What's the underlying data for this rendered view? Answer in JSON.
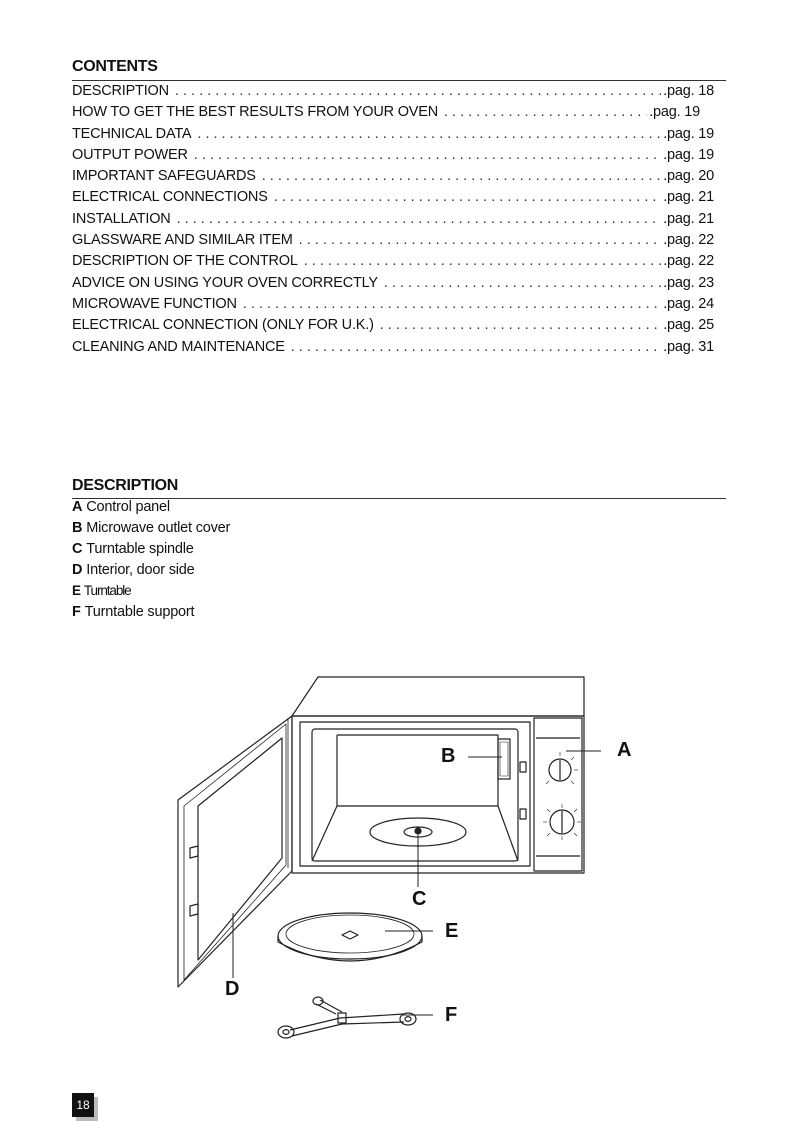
{
  "contents": {
    "title": "CONTENTS",
    "entries": [
      {
        "title": "DESCRIPTION",
        "page": ".pag. 18"
      },
      {
        "title": "HOW TO GET THE BEST RESULTS FROM YOUR OVEN",
        "page": ".pag. 19"
      },
      {
        "title": "TECHNICAL DATA",
        "page": ".pag. 19"
      },
      {
        "title": "OUTPUT POWER",
        "page": ".pag. 19"
      },
      {
        "title": "IMPORTANT SAFEGUARDS",
        "page": ".pag. 20"
      },
      {
        "title": "ELECTRICAL CONNECTIONS",
        "page": ".pag. 21"
      },
      {
        "title": "INSTALLATION",
        "page": ".pag. 21"
      },
      {
        "title": "GLASSWARE AND SIMILAR ITEM",
        "page": ".pag. 22"
      },
      {
        "title": "DESCRIPTION OF THE CONTROL",
        "page": ".pag. 22"
      },
      {
        "title": "ADVICE ON USING YOUR OVEN CORRECTLY",
        "page": ".pag. 23"
      },
      {
        "title": "MICROWAVE FUNCTION",
        "page": ".pag. 24"
      },
      {
        "title": "ELECTRICAL CONNECTION (ONLY FOR U.K.)",
        "page": ".pag. 25"
      },
      {
        "title": "CLEANING AND MAINTENANCE",
        "page": ".pag. 31"
      }
    ]
  },
  "description": {
    "title": "DESCRIPTION",
    "items": [
      {
        "letter": "A",
        "text": "Control panel"
      },
      {
        "letter": "B",
        "text": "Microwave outlet cover"
      },
      {
        "letter": "C",
        "text": "Turntable spindle"
      },
      {
        "letter": "D",
        "text": "Interior, door side"
      },
      {
        "letter": "E",
        "text": "Turntable"
      },
      {
        "letter": "F",
        "text": "Turntable support"
      }
    ]
  },
  "diagram": {
    "labels": {
      "A": "A",
      "B": "B",
      "C": "C",
      "D": "D",
      "E": "E",
      "F": "F"
    }
  },
  "page_number": "18"
}
